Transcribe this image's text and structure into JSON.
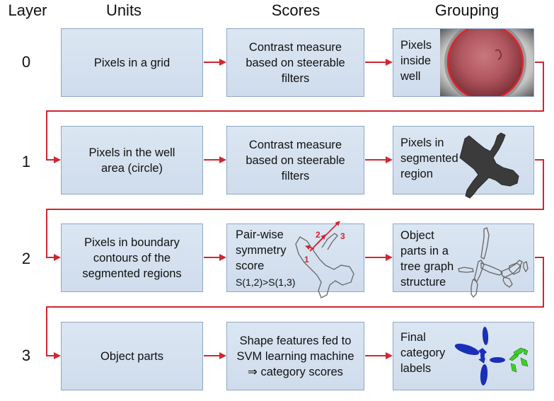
{
  "headers": {
    "layer": "Layer",
    "units": "Units",
    "scores": "Scores",
    "grouping": "Grouping"
  },
  "rows": [
    {
      "layer": "0",
      "unit": "Pixels in a grid",
      "score": "Contrast measure based on steerable filters",
      "grouping": "Pixels inside well"
    },
    {
      "layer": "1",
      "unit": "Pixels in the well area (circle)",
      "score": "Contrast measure based on steerable filters",
      "grouping": "Pixels in segmented region"
    },
    {
      "layer": "2",
      "unit": "Pixels in boundary contours of the segmented regions",
      "score": "Pair-wise symmetry score",
      "score_formula": "S(1,2)>S(1,3)",
      "grouping": "Object parts in a tree graph structure"
    },
    {
      "layer": "3",
      "unit": "Object parts",
      "score": "Shape features fed to SVM learning machine ⇒ category scores",
      "grouping": "Final category labels"
    }
  ],
  "symmetry_labels": [
    "1",
    "2",
    "3"
  ],
  "colors": {
    "arrow": "#d22630",
    "box_fill": "#d3dfee",
    "box_border": "#8fa8c4",
    "blue_parts": "#1a2fb8",
    "green_parts": "#3ecf2a"
  }
}
